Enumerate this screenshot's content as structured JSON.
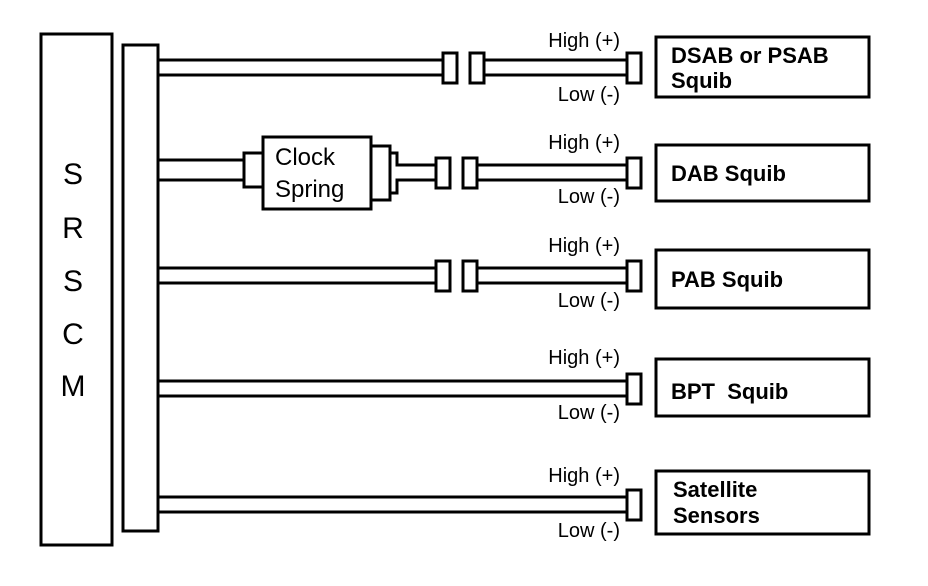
{
  "module": {
    "letters": [
      "S",
      "R",
      "S",
      "C",
      "M"
    ]
  },
  "clock_spring": {
    "line1": "Clock",
    "line2": "Spring"
  },
  "circuits": [
    {
      "high": "High (+)",
      "low": "Low (-)",
      "device_lines": [
        "DSAB or PSAB",
        "Squib"
      ]
    },
    {
      "high": "High (+)",
      "low": "Low (-)",
      "device_lines": [
        "DAB Squib"
      ]
    },
    {
      "high": "High (+)",
      "low": "Low (-)",
      "device_lines": [
        "PAB Squib"
      ]
    },
    {
      "high": "High (+)",
      "low": "Low (-)",
      "device_lines": [
        "BPT  Squib"
      ]
    },
    {
      "high": "High (+)",
      "low": "Low (-)",
      "device_lines": [
        "Satellite",
        "Sensors"
      ]
    }
  ],
  "colors": {
    "line": "#000000",
    "background": "#ffffff"
  }
}
